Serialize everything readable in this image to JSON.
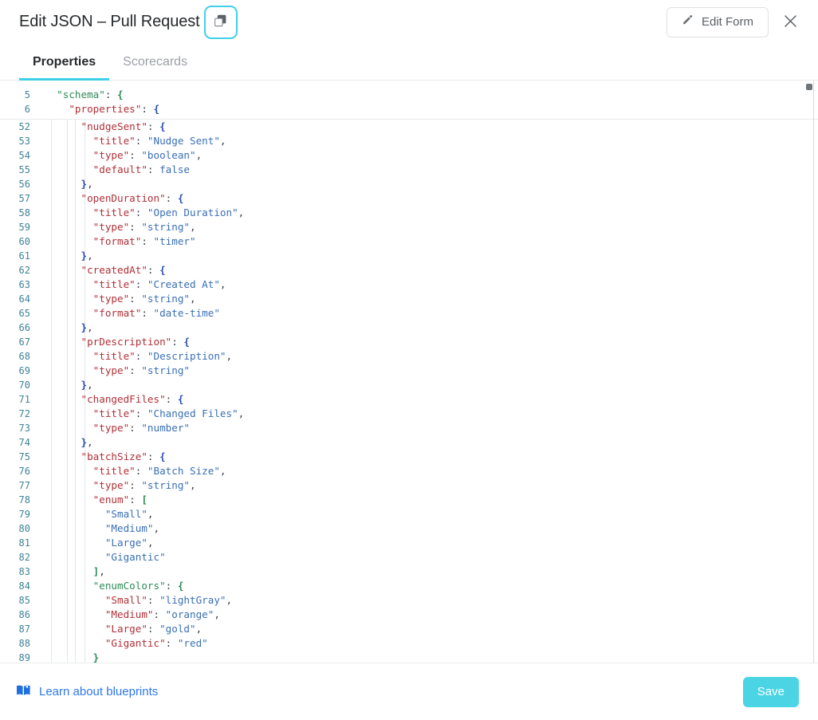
{
  "header": {
    "title": "Edit JSON – Pull Request",
    "copy_icon": "copy-icon",
    "edit_form_label": "Edit Form",
    "pencil_icon": "pencil-icon",
    "close_icon": "close-icon"
  },
  "tabs": [
    {
      "label": "Properties",
      "active": true
    },
    {
      "label": "Scorecards",
      "active": false
    }
  ],
  "editor": {
    "sticky_lines": [
      {
        "num": "5",
        "tokens": [
          {
            "t": "  ",
            "c": "p"
          },
          {
            "t": "\"schema\"",
            "c": "kg"
          },
          {
            "t": ": ",
            "c": "p"
          },
          {
            "t": "{",
            "c": "bg"
          }
        ]
      },
      {
        "num": "6",
        "tokens": [
          {
            "t": "    ",
            "c": "p"
          },
          {
            "t": "\"properties\"",
            "c": "k"
          },
          {
            "t": ": ",
            "c": "p"
          },
          {
            "t": "{",
            "c": "b"
          }
        ]
      }
    ],
    "lines": [
      {
        "num": "52",
        "tokens": [
          {
            "t": "      ",
            "c": "p"
          },
          {
            "t": "\"nudgeSent\"",
            "c": "k"
          },
          {
            "t": ": ",
            "c": "p"
          },
          {
            "t": "{",
            "c": "b"
          }
        ]
      },
      {
        "num": "53",
        "tokens": [
          {
            "t": "        ",
            "c": "p"
          },
          {
            "t": "\"title\"",
            "c": "k"
          },
          {
            "t": ": ",
            "c": "p"
          },
          {
            "t": "\"Nudge Sent\"",
            "c": "s"
          },
          {
            "t": ",",
            "c": "p"
          }
        ]
      },
      {
        "num": "54",
        "tokens": [
          {
            "t": "        ",
            "c": "p"
          },
          {
            "t": "\"type\"",
            "c": "k"
          },
          {
            "t": ": ",
            "c": "p"
          },
          {
            "t": "\"boolean\"",
            "c": "s"
          },
          {
            "t": ",",
            "c": "p"
          }
        ]
      },
      {
        "num": "55",
        "tokens": [
          {
            "t": "        ",
            "c": "p"
          },
          {
            "t": "\"default\"",
            "c": "k"
          },
          {
            "t": ": ",
            "c": "p"
          },
          {
            "t": "false",
            "c": "lit"
          }
        ]
      },
      {
        "num": "56",
        "tokens": [
          {
            "t": "      ",
            "c": "p"
          },
          {
            "t": "}",
            "c": "b"
          },
          {
            "t": ",",
            "c": "p"
          }
        ]
      },
      {
        "num": "57",
        "tokens": [
          {
            "t": "      ",
            "c": "p"
          },
          {
            "t": "\"openDuration\"",
            "c": "k"
          },
          {
            "t": ": ",
            "c": "p"
          },
          {
            "t": "{",
            "c": "b"
          }
        ]
      },
      {
        "num": "58",
        "tokens": [
          {
            "t": "        ",
            "c": "p"
          },
          {
            "t": "\"title\"",
            "c": "k"
          },
          {
            "t": ": ",
            "c": "p"
          },
          {
            "t": "\"Open Duration\"",
            "c": "s"
          },
          {
            "t": ",",
            "c": "p"
          }
        ]
      },
      {
        "num": "59",
        "tokens": [
          {
            "t": "        ",
            "c": "p"
          },
          {
            "t": "\"type\"",
            "c": "k"
          },
          {
            "t": ": ",
            "c": "p"
          },
          {
            "t": "\"string\"",
            "c": "s"
          },
          {
            "t": ",",
            "c": "p"
          }
        ]
      },
      {
        "num": "60",
        "tokens": [
          {
            "t": "        ",
            "c": "p"
          },
          {
            "t": "\"format\"",
            "c": "k"
          },
          {
            "t": ": ",
            "c": "p"
          },
          {
            "t": "\"timer\"",
            "c": "s"
          }
        ]
      },
      {
        "num": "61",
        "tokens": [
          {
            "t": "      ",
            "c": "p"
          },
          {
            "t": "}",
            "c": "b"
          },
          {
            "t": ",",
            "c": "p"
          }
        ]
      },
      {
        "num": "62",
        "tokens": [
          {
            "t": "      ",
            "c": "p"
          },
          {
            "t": "\"createdAt\"",
            "c": "k"
          },
          {
            "t": ": ",
            "c": "p"
          },
          {
            "t": "{",
            "c": "b"
          }
        ]
      },
      {
        "num": "63",
        "tokens": [
          {
            "t": "        ",
            "c": "p"
          },
          {
            "t": "\"title\"",
            "c": "k"
          },
          {
            "t": ": ",
            "c": "p"
          },
          {
            "t": "\"Created At\"",
            "c": "s"
          },
          {
            "t": ",",
            "c": "p"
          }
        ]
      },
      {
        "num": "64",
        "tokens": [
          {
            "t": "        ",
            "c": "p"
          },
          {
            "t": "\"type\"",
            "c": "k"
          },
          {
            "t": ": ",
            "c": "p"
          },
          {
            "t": "\"string\"",
            "c": "s"
          },
          {
            "t": ",",
            "c": "p"
          }
        ]
      },
      {
        "num": "65",
        "tokens": [
          {
            "t": "        ",
            "c": "p"
          },
          {
            "t": "\"format\"",
            "c": "k"
          },
          {
            "t": ": ",
            "c": "p"
          },
          {
            "t": "\"date-time\"",
            "c": "s"
          }
        ]
      },
      {
        "num": "66",
        "tokens": [
          {
            "t": "      ",
            "c": "p"
          },
          {
            "t": "}",
            "c": "b"
          },
          {
            "t": ",",
            "c": "p"
          }
        ]
      },
      {
        "num": "67",
        "tokens": [
          {
            "t": "      ",
            "c": "p"
          },
          {
            "t": "\"prDescription\"",
            "c": "k"
          },
          {
            "t": ": ",
            "c": "p"
          },
          {
            "t": "{",
            "c": "b"
          }
        ]
      },
      {
        "num": "68",
        "tokens": [
          {
            "t": "        ",
            "c": "p"
          },
          {
            "t": "\"title\"",
            "c": "k"
          },
          {
            "t": ": ",
            "c": "p"
          },
          {
            "t": "\"Description\"",
            "c": "s"
          },
          {
            "t": ",",
            "c": "p"
          }
        ]
      },
      {
        "num": "69",
        "tokens": [
          {
            "t": "        ",
            "c": "p"
          },
          {
            "t": "\"type\"",
            "c": "k"
          },
          {
            "t": ": ",
            "c": "p"
          },
          {
            "t": "\"string\"",
            "c": "s"
          }
        ]
      },
      {
        "num": "70",
        "tokens": [
          {
            "t": "      ",
            "c": "p"
          },
          {
            "t": "}",
            "c": "b"
          },
          {
            "t": ",",
            "c": "p"
          }
        ]
      },
      {
        "num": "71",
        "tokens": [
          {
            "t": "      ",
            "c": "p"
          },
          {
            "t": "\"changedFiles\"",
            "c": "k"
          },
          {
            "t": ": ",
            "c": "p"
          },
          {
            "t": "{",
            "c": "b"
          }
        ]
      },
      {
        "num": "72",
        "tokens": [
          {
            "t": "        ",
            "c": "p"
          },
          {
            "t": "\"title\"",
            "c": "k"
          },
          {
            "t": ": ",
            "c": "p"
          },
          {
            "t": "\"Changed Files\"",
            "c": "s"
          },
          {
            "t": ",",
            "c": "p"
          }
        ]
      },
      {
        "num": "73",
        "tokens": [
          {
            "t": "        ",
            "c": "p"
          },
          {
            "t": "\"type\"",
            "c": "k"
          },
          {
            "t": ": ",
            "c": "p"
          },
          {
            "t": "\"number\"",
            "c": "s"
          }
        ]
      },
      {
        "num": "74",
        "tokens": [
          {
            "t": "      ",
            "c": "p"
          },
          {
            "t": "}",
            "c": "b"
          },
          {
            "t": ",",
            "c": "p"
          }
        ]
      },
      {
        "num": "75",
        "tokens": [
          {
            "t": "      ",
            "c": "p"
          },
          {
            "t": "\"batchSize\"",
            "c": "k"
          },
          {
            "t": ": ",
            "c": "p"
          },
          {
            "t": "{",
            "c": "b"
          }
        ]
      },
      {
        "num": "76",
        "tokens": [
          {
            "t": "        ",
            "c": "p"
          },
          {
            "t": "\"title\"",
            "c": "k"
          },
          {
            "t": ": ",
            "c": "p"
          },
          {
            "t": "\"Batch Size\"",
            "c": "s"
          },
          {
            "t": ",",
            "c": "p"
          }
        ]
      },
      {
        "num": "77",
        "tokens": [
          {
            "t": "        ",
            "c": "p"
          },
          {
            "t": "\"type\"",
            "c": "k"
          },
          {
            "t": ": ",
            "c": "p"
          },
          {
            "t": "\"string\"",
            "c": "s"
          },
          {
            "t": ",",
            "c": "p"
          }
        ]
      },
      {
        "num": "78",
        "tokens": [
          {
            "t": "        ",
            "c": "p"
          },
          {
            "t": "\"enum\"",
            "c": "k"
          },
          {
            "t": ": ",
            "c": "p"
          },
          {
            "t": "[",
            "c": "bg"
          }
        ]
      },
      {
        "num": "79",
        "tokens": [
          {
            "t": "          ",
            "c": "p"
          },
          {
            "t": "\"Small\"",
            "c": "s"
          },
          {
            "t": ",",
            "c": "p"
          }
        ]
      },
      {
        "num": "80",
        "tokens": [
          {
            "t": "          ",
            "c": "p"
          },
          {
            "t": "\"Medium\"",
            "c": "s"
          },
          {
            "t": ",",
            "c": "p"
          }
        ]
      },
      {
        "num": "81",
        "tokens": [
          {
            "t": "          ",
            "c": "p"
          },
          {
            "t": "\"Large\"",
            "c": "s"
          },
          {
            "t": ",",
            "c": "p"
          }
        ]
      },
      {
        "num": "82",
        "tokens": [
          {
            "t": "          ",
            "c": "p"
          },
          {
            "t": "\"Gigantic\"",
            "c": "s"
          }
        ]
      },
      {
        "num": "83",
        "tokens": [
          {
            "t": "        ",
            "c": "p"
          },
          {
            "t": "]",
            "c": "bg"
          },
          {
            "t": ",",
            "c": "p"
          }
        ]
      },
      {
        "num": "84",
        "tokens": [
          {
            "t": "        ",
            "c": "p"
          },
          {
            "t": "\"enumColors\"",
            "c": "kg"
          },
          {
            "t": ": ",
            "c": "p"
          },
          {
            "t": "{",
            "c": "bg"
          }
        ]
      },
      {
        "num": "85",
        "tokens": [
          {
            "t": "          ",
            "c": "p"
          },
          {
            "t": "\"Small\"",
            "c": "k"
          },
          {
            "t": ": ",
            "c": "p"
          },
          {
            "t": "\"lightGray\"",
            "c": "s"
          },
          {
            "t": ",",
            "c": "p"
          }
        ]
      },
      {
        "num": "86",
        "tokens": [
          {
            "t": "          ",
            "c": "p"
          },
          {
            "t": "\"Medium\"",
            "c": "k"
          },
          {
            "t": ": ",
            "c": "p"
          },
          {
            "t": "\"orange\"",
            "c": "s"
          },
          {
            "t": ",",
            "c": "p"
          }
        ]
      },
      {
        "num": "87",
        "tokens": [
          {
            "t": "          ",
            "c": "p"
          },
          {
            "t": "\"Large\"",
            "c": "k"
          },
          {
            "t": ": ",
            "c": "p"
          },
          {
            "t": "\"gold\"",
            "c": "s"
          },
          {
            "t": ",",
            "c": "p"
          }
        ]
      },
      {
        "num": "88",
        "tokens": [
          {
            "t": "          ",
            "c": "p"
          },
          {
            "t": "\"Gigantic\"",
            "c": "k"
          },
          {
            "t": ": ",
            "c": "p"
          },
          {
            "t": "\"red\"",
            "c": "s"
          }
        ]
      },
      {
        "num": "89",
        "tokens": [
          {
            "t": "        ",
            "c": "p"
          },
          {
            "t": "}",
            "c": "bg"
          }
        ]
      }
    ],
    "indent_guides_x": [
      64,
      84,
      94,
      106
    ],
    "scrollbar": {
      "name": "editor-vertical-scrollbar"
    }
  },
  "footer": {
    "learn_label": "Learn about blueprints",
    "book_icon": "book-icon",
    "save_label": "Save"
  },
  "colors": {
    "accent": "#3ed0e8",
    "save_bg": "#4ad4e4",
    "link": "#2f77e8",
    "key": "#b03038",
    "string": "#3a6fb5",
    "green": "#2e8b57",
    "brace": "#2b4fb5",
    "linenum": "#3f8296"
  }
}
